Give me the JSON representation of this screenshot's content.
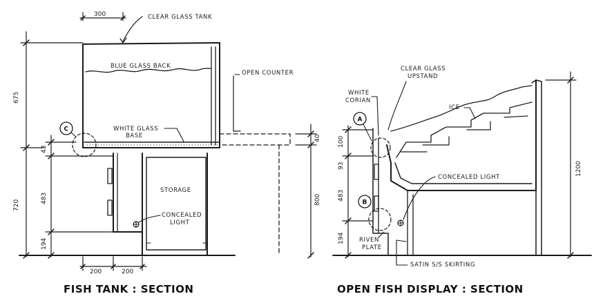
{
  "left": {
    "title": "FISH TANK : SECTION",
    "labels": {
      "clear_glass_tank": "CLEAR GLASS TANK",
      "blue_glass_back": "BLUE GLASS BACK",
      "open_counter": "OPEN COUNTER",
      "white_glass_base_1": "WHITE GLASS",
      "white_glass_base_2": "BASE",
      "storage": "STORAGE",
      "concealed_light_1": "CONCEALED",
      "concealed_light_2": "LIGHT",
      "marker": "C"
    },
    "dims": {
      "top_300": "300",
      "d675": "675",
      "d720": "720",
      "d43": "43",
      "d483": "483",
      "d194": "194",
      "d800": "800",
      "d40": "40",
      "b200a": "200",
      "b200b": "200"
    }
  },
  "right": {
    "title": "OPEN FISH DISPLAY : SECTION",
    "labels": {
      "clear_glass_upstand_1": "CLEAR GLASS",
      "clear_glass_upstand_2": "UPSTAND",
      "white_corian_1": "WHITE",
      "white_corian_2": "CORIAN",
      "ice": "ICE",
      "concealed_light": "CONCEALED LIGHT",
      "riven_plate_1": "RIVEN",
      "riven_plate_2": "PLATE",
      "satin_skirting": "SATIN S/S SKIRTING",
      "marker_a": "A",
      "marker_b": "B"
    },
    "dims": {
      "d100": "100",
      "d93": "93",
      "d483": "483",
      "d194": "194",
      "d1200": "1200"
    }
  }
}
